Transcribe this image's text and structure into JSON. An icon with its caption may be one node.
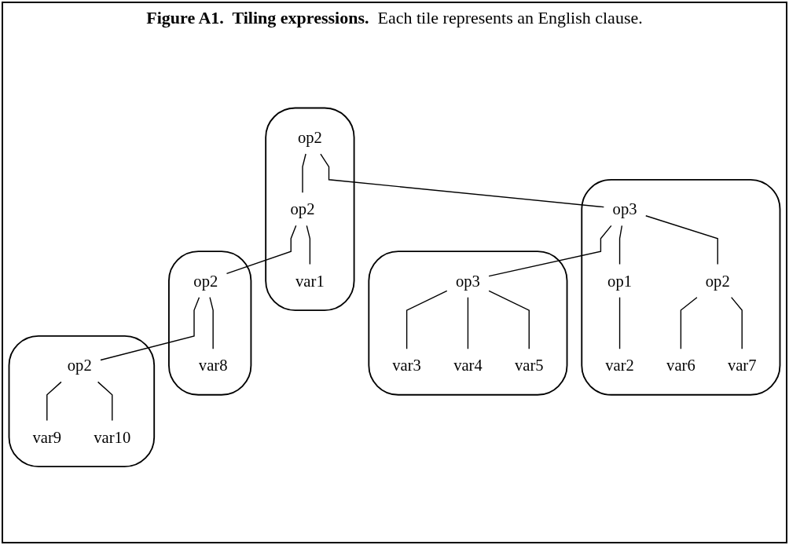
{
  "diagram": {
    "title": "**Figure A1.  Tiling expressions.**  Each tile represents an English clause.",
    "nodes": [
      {
        "text": [],
        "shape": "blob"
      },
      {
        "text": [
          "op2"
        ],
        "in": 0
      },
      {
        "text": [
          "op2"
        ],
        "in": 0
      },
      {
        "text": [
          "var1"
        ],
        "in": 0
      },
      {
        "text": [],
        "shape": "blob"
      },
      {
        "text": [
          "op3"
        ],
        "in": 4
      },
      {
        "text": [
          "op1"
        ],
        "in": 4
      },
      {
        "text": [
          "var2"
        ],
        "in": 4
      },
      {
        "text": [
          "op2"
        ],
        "in": 4
      },
      {
        "text": [
          "var6"
        ],
        "in": 4
      },
      {
        "text": [
          "var7"
        ],
        "in": 4
      },
      {
        "text": [],
        "shape": "blob"
      },
      {
        "text": [
          "op3"
        ],
        "in": 11
      },
      {
        "text": [
          "var3"
        ],
        "in": 11
      },
      {
        "text": [
          "var4"
        ],
        "in": 11
      },
      {
        "text": [
          "var5"
        ],
        "in": 11
      },
      {
        "text": [],
        "shape": "blob"
      },
      {
        "text": [
          "op2"
        ],
        "in": 16
      },
      {
        "text": [
          "var8"
        ],
        "in": 16
      },
      {
        "text": [],
        "shape": "blob"
      },
      {
        "text": [
          "op2"
        ],
        "in": 19
      },
      {
        "text": [
          "var9"
        ],
        "in": 19
      },
      {
        "text": [
          "var10"
        ],
        "in": 19
      }
    ],
    "edges": [
      {
        "from": 1,
        "to": 5,
        "arrow": "none"
      },
      {
        "from": 1,
        "to": 2,
        "arrow": "none"
      },
      {
        "from": 5,
        "to": 6,
        "arrow": "none"
      },
      {
        "from": 5,
        "to": 12,
        "arrow": "none"
      },
      {
        "from": 5,
        "to": 8,
        "arrow": "none"
      },
      {
        "from": 2,
        "to": 3,
        "arrow": "none"
      },
      {
        "from": 2,
        "to": 17,
        "arrow": "none"
      },
      {
        "from": 6,
        "to": 7,
        "arrow": "none"
      },
      {
        "from": 12,
        "to": 13,
        "arrow": "none"
      },
      {
        "from": 12,
        "to": 14,
        "arrow": "none"
      },
      {
        "from": 12,
        "to": 15,
        "arrow": "none"
      },
      {
        "from": 8,
        "to": 9,
        "arrow": "none"
      },
      {
        "from": 8,
        "to": 10,
        "arrow": "none"
      },
      {
        "from": 17,
        "to": 20,
        "arrow": "none"
      },
      {
        "from": 17,
        "to": 18,
        "arrow": "none"
      },
      {
        "from": 20,
        "to": 21,
        "arrow": "none"
      },
      {
        "from": 20,
        "to": 22,
        "arrow": "none"
      }
    ]
  }
}
